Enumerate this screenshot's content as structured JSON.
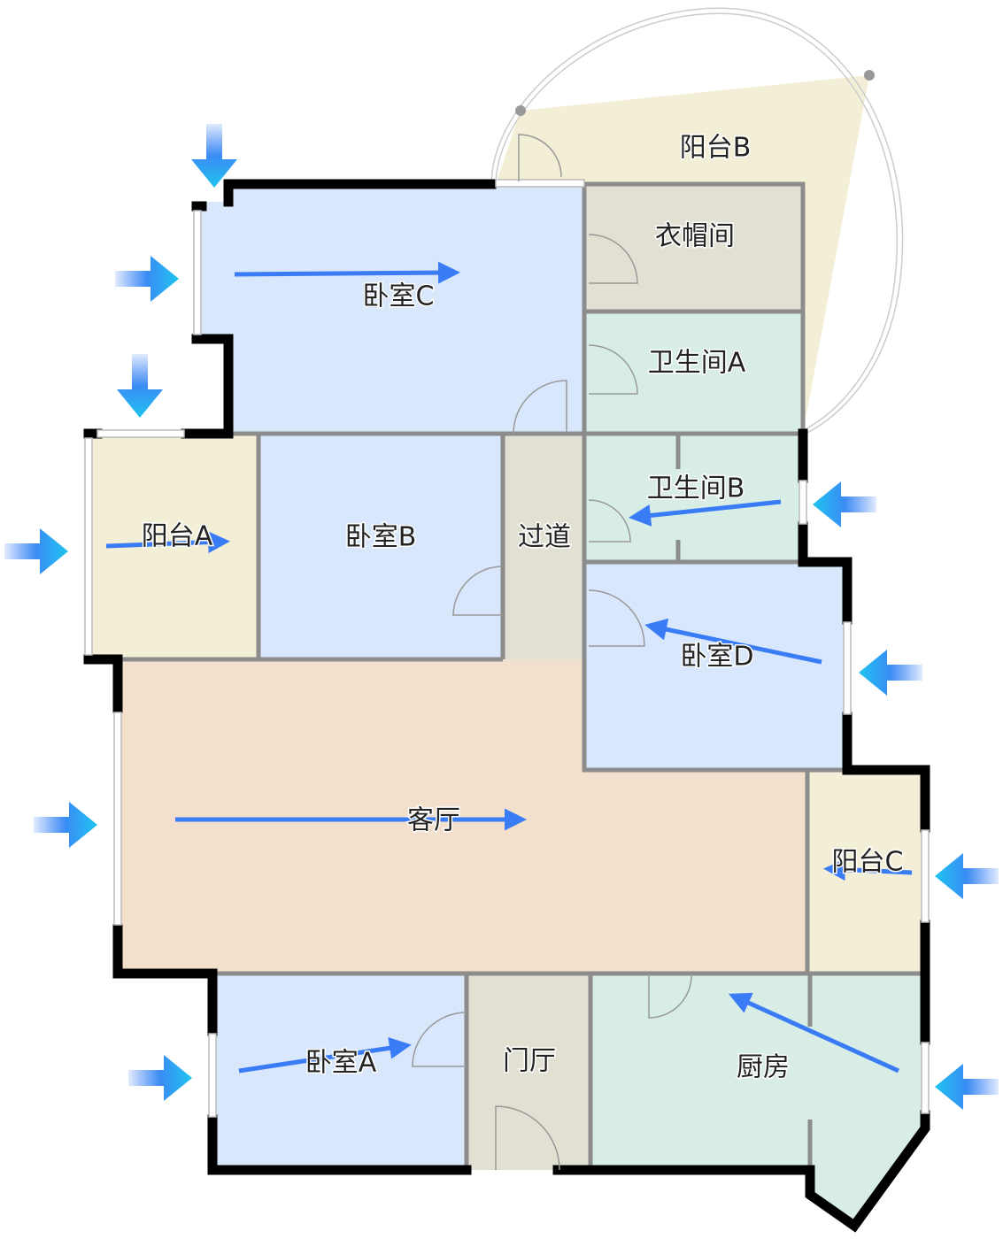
{
  "title": "户型通风示意图",
  "colors": {
    "bedroom": "#d9e7fc",
    "balcony": "#f3efd7",
    "living": "#f3e0cc",
    "wet": "#d7ede6",
    "utility": "#e1e0d3",
    "flow_arrow": "#3a7cf5",
    "wind_arrow": "#1fc3ef"
  },
  "rooms": {
    "balcony_b": "阳台B",
    "cloakroom": "衣帽间",
    "bedroom_c": "卧室C",
    "bathroom_a": "卫生间A",
    "balcony_a": "阳台A",
    "bedroom_b": "卧室B",
    "corridor": "过道",
    "bathroom_b": "卫生间B",
    "bedroom_d": "卧室D",
    "living_room": "客厅",
    "balcony_c": "阳台C",
    "bedroom_a": "卧室A",
    "foyer": "门厅",
    "kitchen": "厨房"
  }
}
